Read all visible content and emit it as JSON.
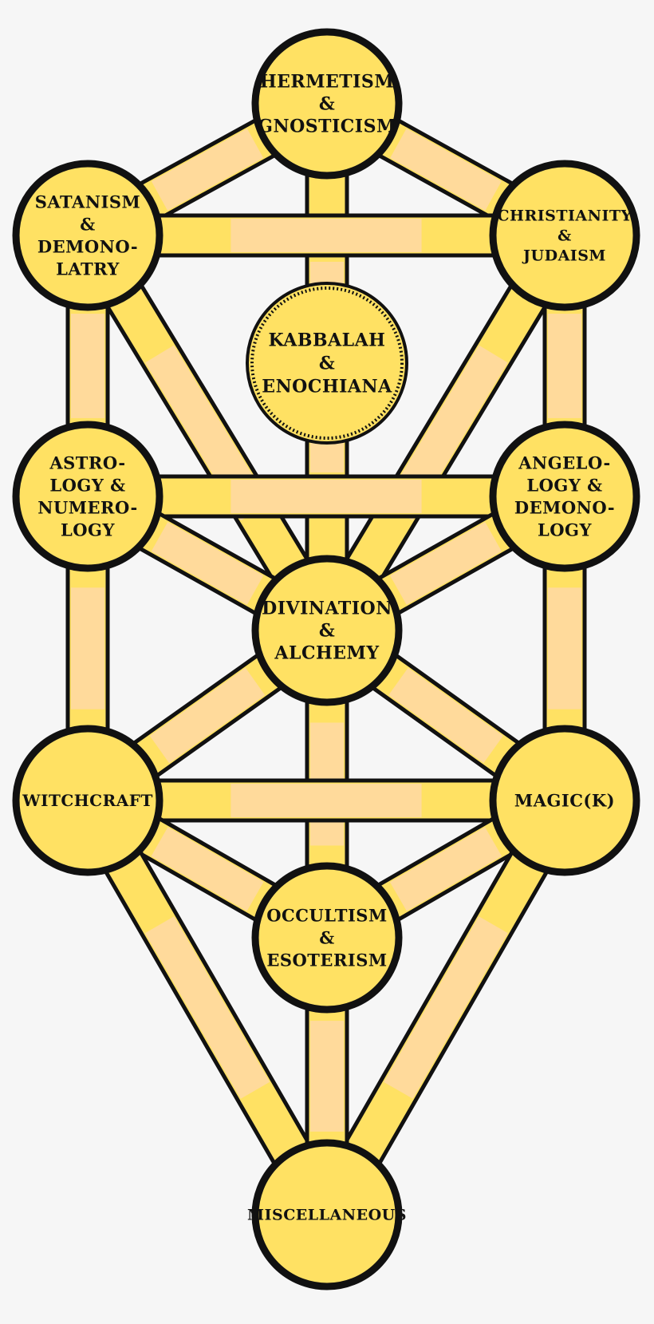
{
  "diagram": {
    "colors": {
      "background": "#f6f6f6",
      "fill": "#ffe163",
      "stroke": "#111111",
      "glow": "#ffd3e0"
    },
    "nodes": [
      {
        "id": "hermetism",
        "lines": [
          "Hermetism",
          "&",
          "Gnosticism"
        ]
      },
      {
        "id": "satanism",
        "lines": [
          "Satanism",
          "&",
          "Demono-",
          "latry"
        ]
      },
      {
        "id": "christianity",
        "lines": [
          "Christianity",
          "&",
          "Judaism"
        ]
      },
      {
        "id": "kabbalah",
        "lines": [
          "Kabbalah",
          "&",
          "Enochiana"
        ],
        "dotted_border": true
      },
      {
        "id": "astrology",
        "lines": [
          "Astro-",
          "logy &",
          "Numero-",
          "logy"
        ]
      },
      {
        "id": "angelology",
        "lines": [
          "Angelo-",
          "logy  &",
          "Demono-",
          "logy"
        ]
      },
      {
        "id": "divination",
        "lines": [
          "Divination",
          "&",
          "Alchemy"
        ]
      },
      {
        "id": "witchcraft",
        "lines": [
          "Witchcraft"
        ]
      },
      {
        "id": "magick",
        "lines": [
          "Magic(k)"
        ]
      },
      {
        "id": "occultism",
        "lines": [
          "Occultism",
          "&",
          "Esoterism"
        ]
      },
      {
        "id": "misc",
        "lines": [
          "Miscellaneous"
        ]
      }
    ],
    "paths": [
      [
        "hermetism",
        "satanism"
      ],
      [
        "hermetism",
        "christianity"
      ],
      [
        "hermetism",
        "divination"
      ],
      [
        "satanism",
        "christianity"
      ],
      [
        "satanism",
        "astrology"
      ],
      [
        "satanism",
        "divination"
      ],
      [
        "christianity",
        "angelology"
      ],
      [
        "christianity",
        "divination"
      ],
      [
        "astrology",
        "angelology"
      ],
      [
        "astrology",
        "divination"
      ],
      [
        "astrology",
        "witchcraft"
      ],
      [
        "angelology",
        "divination"
      ],
      [
        "angelology",
        "magick"
      ],
      [
        "divination",
        "witchcraft"
      ],
      [
        "divination",
        "magick"
      ],
      [
        "divination",
        "occultism"
      ],
      [
        "witchcraft",
        "magick"
      ],
      [
        "witchcraft",
        "occultism"
      ],
      [
        "witchcraft",
        "misc"
      ],
      [
        "magick",
        "occultism"
      ],
      [
        "magick",
        "misc"
      ],
      [
        "occultism",
        "misc"
      ]
    ]
  }
}
